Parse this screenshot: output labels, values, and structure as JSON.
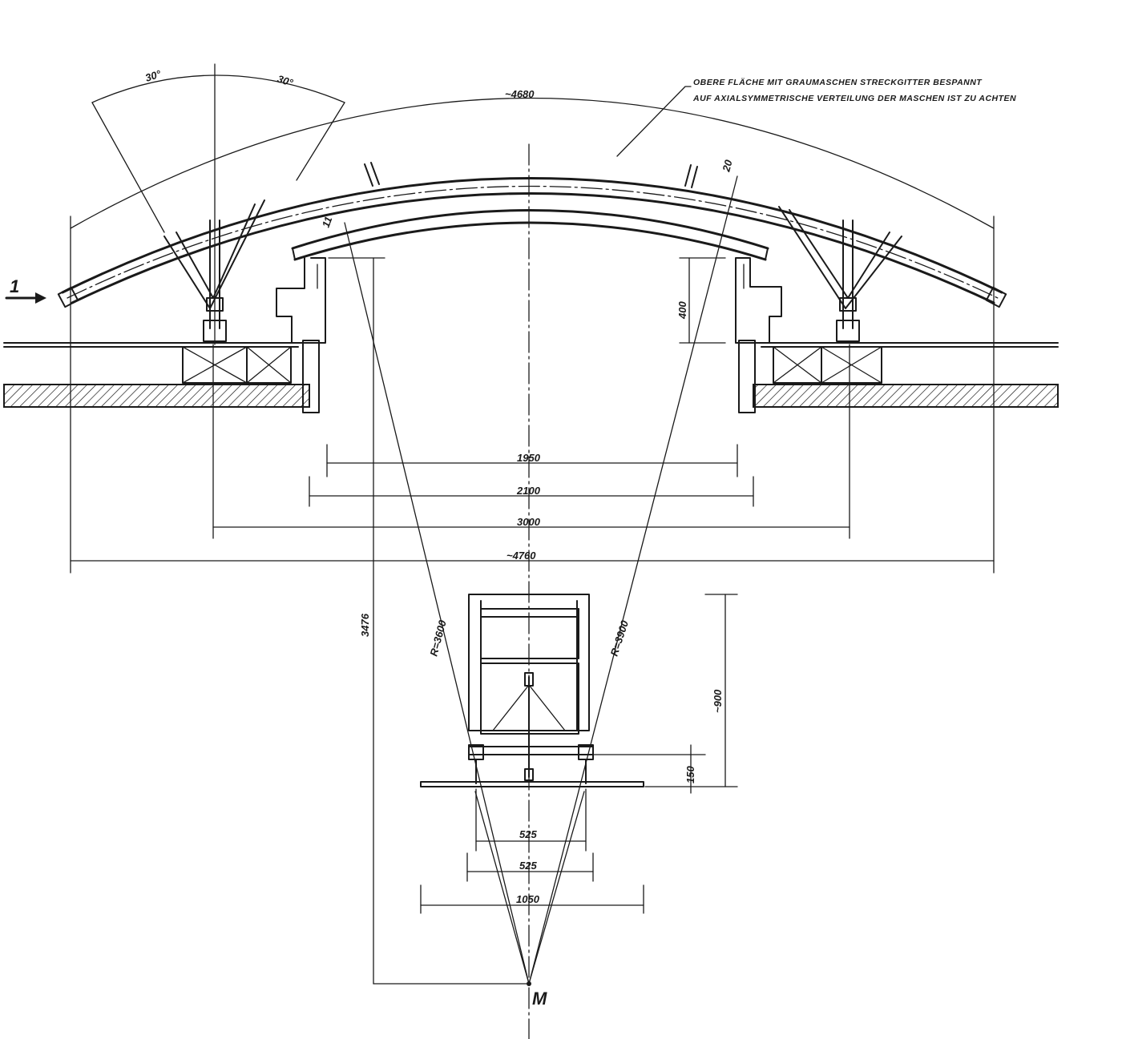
{
  "drawing": {
    "note_line_1": "OBERE FLÄCHE MIT GRAUMASCHEN STRECKGITTER BESPANNT",
    "note_line_2": "AUF AXIALSYMMETRISCHE VERTEILUNG DER MASCHEN IST ZU ACHTEN",
    "section_marker": "1",
    "center_point_label": "M"
  },
  "dimensions": {
    "arc_length": "~4680",
    "angle_left": "30°",
    "angle_right": "30°",
    "offset_left": "11",
    "offset_right": "20",
    "opening_height": "400",
    "width_1": "1950",
    "width_2": "2100",
    "width_3": "3000",
    "width_overall": "~4760",
    "radius_total": "3476",
    "radius_inner": "R=3600",
    "radius_outer": "R=3900",
    "frame_height": "~900",
    "base_height": "150",
    "base_1": "525",
    "base_2": "525",
    "base_3": "1050"
  }
}
